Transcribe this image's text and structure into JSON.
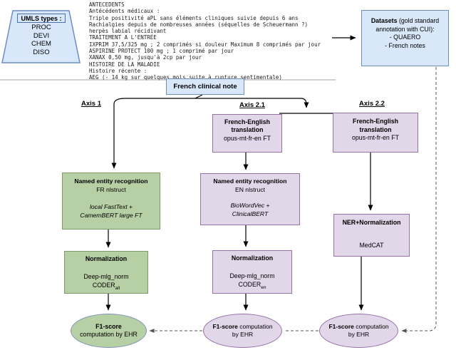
{
  "colors": {
    "blue_fill": "#d8e8fa",
    "blue_border": "#6c8ebf",
    "purple_fill": "#e2d6e9",
    "purple_border": "#9673a6",
    "green_fill": "#b7cfa5",
    "green_border": "#7d9a6a",
    "green_ellipse_border": "#8296b4",
    "dashed_line": "#5a5a5a"
  },
  "umls_box": {
    "title": "UMLS types :",
    "types": [
      "PROC",
      "DEVI",
      "CHEM",
      "DISO"
    ]
  },
  "clinical_text": {
    "lines": [
      "ANTECEDENTS",
      "Antécédents médicaux :",
      "Triple positivité aPL sans éléments cliniques suivie depuis 6 ans",
      "Rachialgies depuis de nombreuses années (séquelles de Scheuermann ?)",
      "herpès labial récidivant",
      "TRAITEMENT A L'ENTRÉE",
      "IXPRIM 37,5/325 mg ; 2 comprimés si douleur Maximum 8 comprimés par jour",
      "ASPIRINE PROTECT 100 mg ; 1 comprimé par jour",
      "XANAX 0,50 mg, jusqu'à 2cp par jour",
      "HISTOIRE DE LA MALADIE",
      "Histoire récente :",
      "AEG (- 14 kg sur quelques mois suite à rupture sentimentale)"
    ]
  },
  "datasets_box": {
    "title_bold": "Datasets",
    "title_rest": " (gold standard annotation with CUI):",
    "item1": "- QUAERO",
    "item2": "- French notes"
  },
  "note_label": {
    "text": "French clinical note"
  },
  "axis_labels": {
    "axis1": "Axis 1",
    "axis2_1": "Axis 2.1",
    "axis2_2": "Axis 2.2"
  },
  "translation_2_1": {
    "title_line1": "French-English",
    "title_line2": "translation",
    "model": "opus-mt-fr-en FT"
  },
  "translation_2_2": {
    "title_line1": "French-English",
    "title_line2": "translation",
    "model": "opus-mt-fr-en FT"
  },
  "ner_axis1": {
    "title": "Named entity recognition",
    "framework": "FR nlstruct",
    "models": [
      "local FastText +",
      "CamemBERT large FT"
    ]
  },
  "ner_axis2_1": {
    "title": "Named entity recognition",
    "framework": "EN nlstruct",
    "models": [
      "BioWordVec +",
      "ClinicalBERT"
    ]
  },
  "ner_norm_axis2_2": {
    "title": "NER+Normalization",
    "model": "MedCAT"
  },
  "norm_axis1": {
    "title": "Normalization",
    "model": "Deep-mlg_norm",
    "coder_base": "CODER",
    "coder_sub": "all"
  },
  "norm_axis2_1": {
    "title": "Normalization",
    "model": "Deep-mlg_norm",
    "coder_base": "CODER",
    "coder_sub": "en"
  },
  "f1_axis1": {
    "line1_bold": "F1-score",
    "line2": "computation by EHR"
  },
  "f1_axis2_1": {
    "line1_bold": "F1-score",
    "line1_rest": " computation",
    "line2": "by EHR"
  },
  "f1_axis2_2": {
    "line1_bold": "F1-score",
    "line1_rest": " computation",
    "line2": "by EHR"
  }
}
